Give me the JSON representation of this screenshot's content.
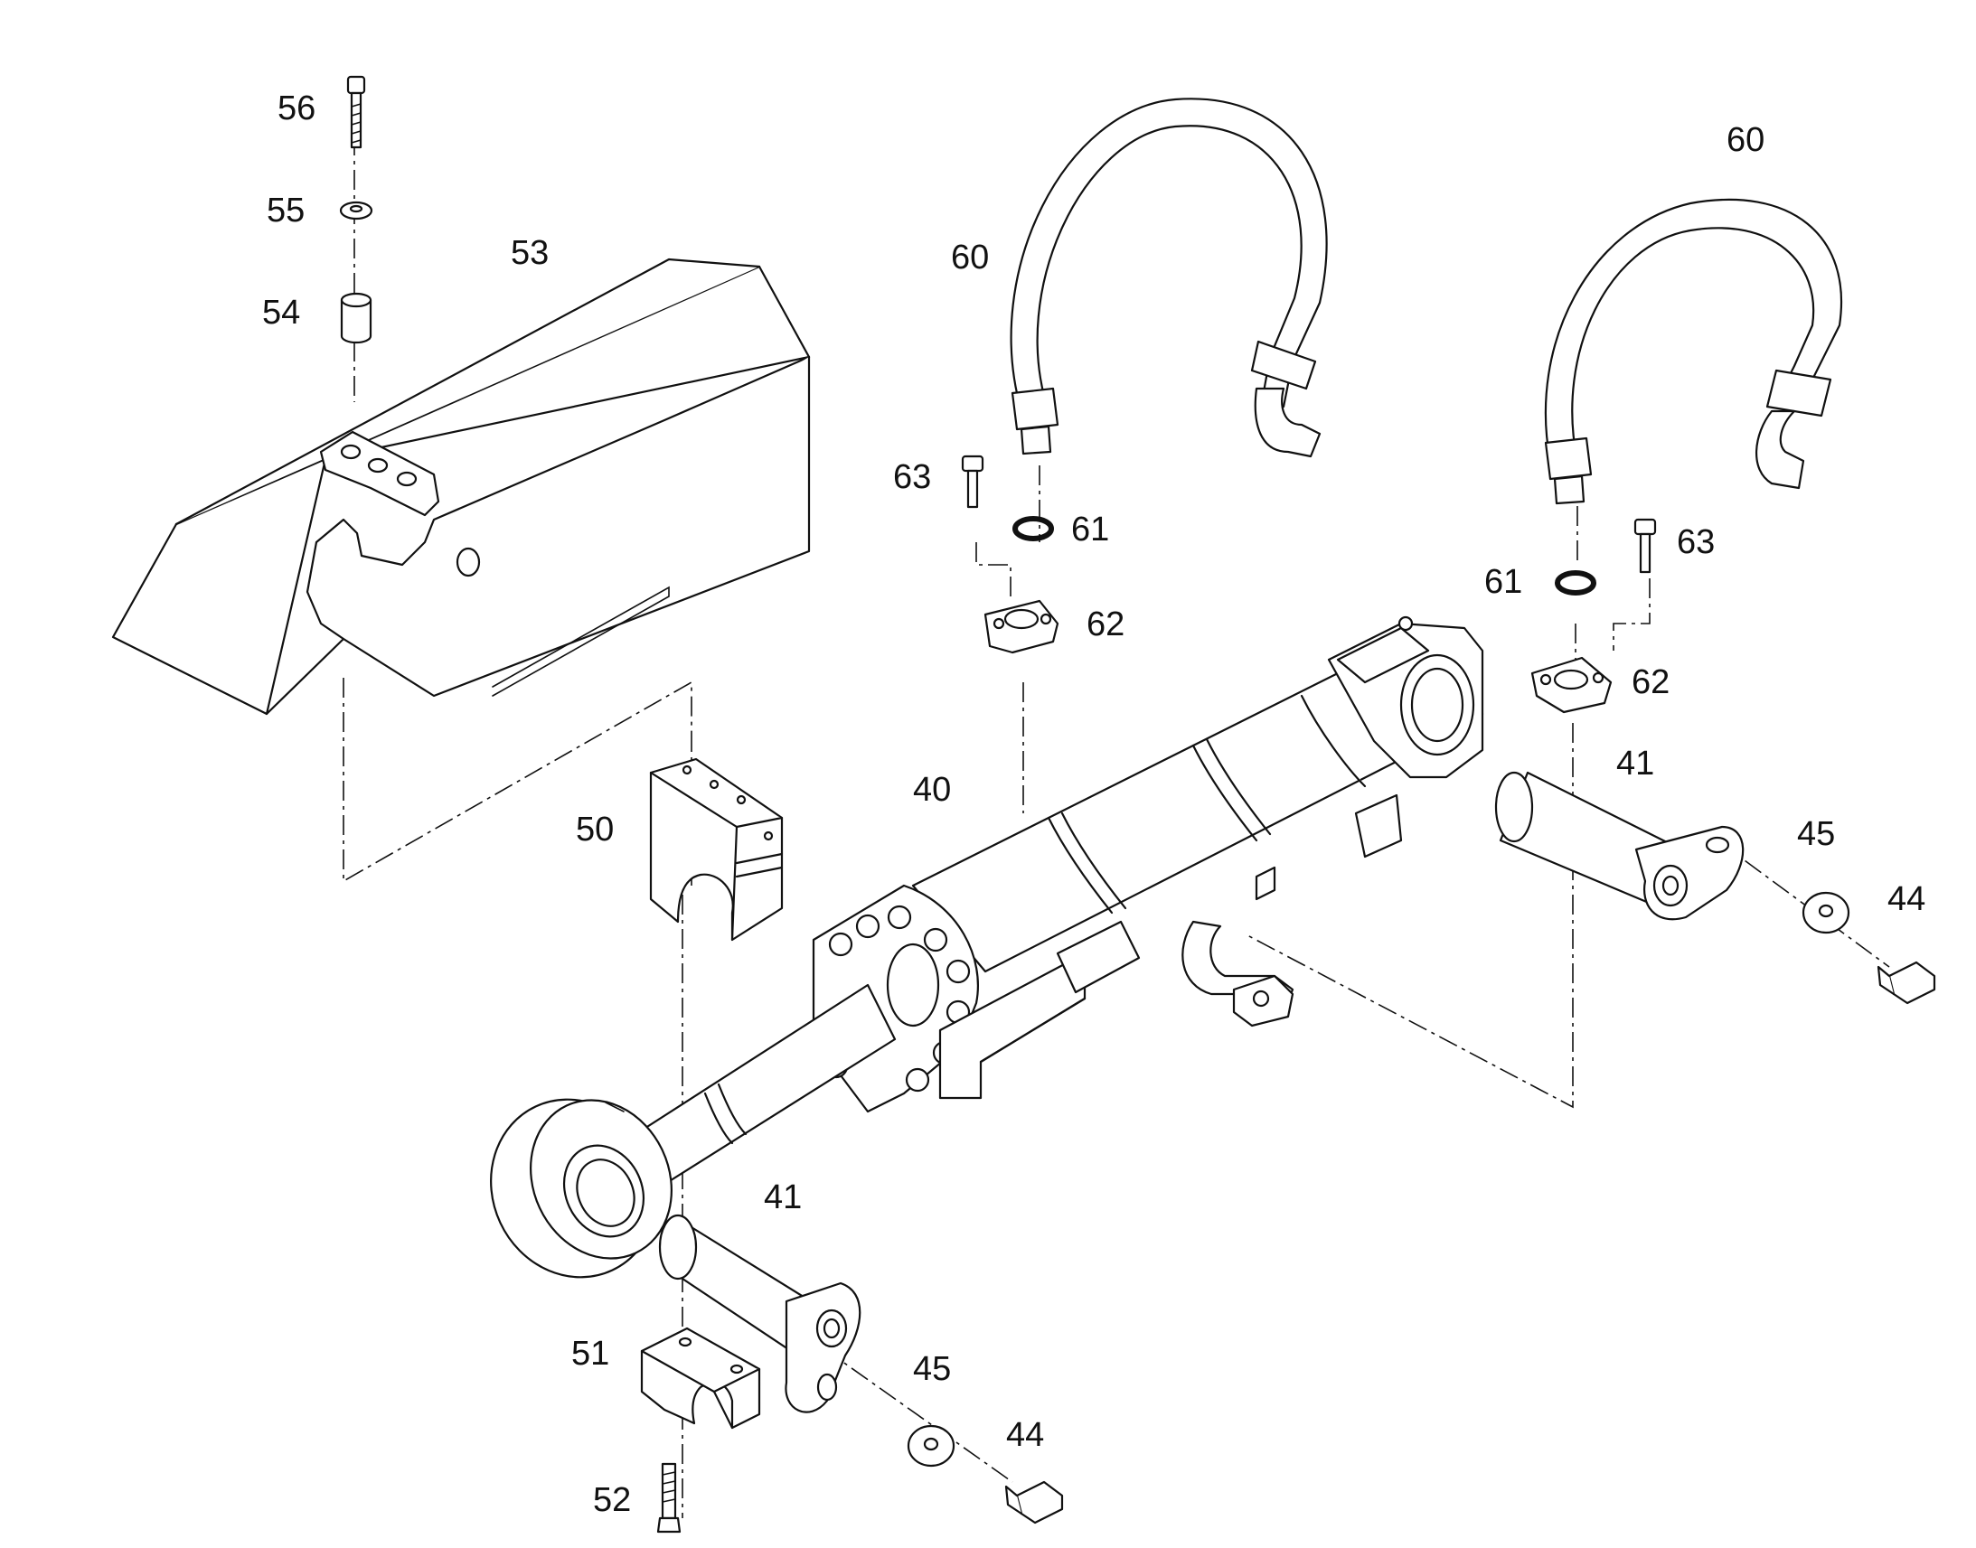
{
  "callouts": {
    "c56": "56",
    "c55": "55",
    "c54": "54",
    "c53": "53",
    "c60a": "60",
    "c60b": "60",
    "c63a": "63",
    "c63b": "63",
    "c61a": "61",
    "c61b": "61",
    "c62a": "62",
    "c62b": "62",
    "c40": "40",
    "c50": "50",
    "c41a": "41",
    "c41b": "41",
    "c45a": "45",
    "c45b": "45",
    "c44a": "44",
    "c44b": "44",
    "c51": "51",
    "c52": "52"
  }
}
